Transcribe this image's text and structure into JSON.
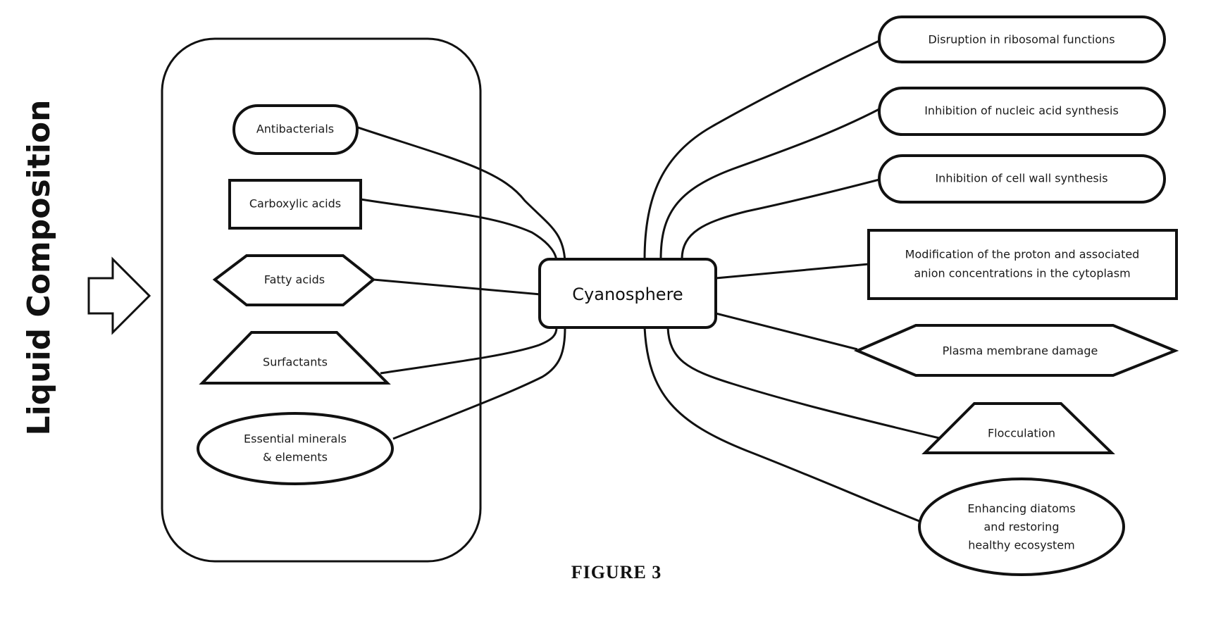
{
  "figure": {
    "side_title": "Liquid Composition",
    "center_node": "Cyanosphere",
    "caption": "FIGURE 3",
    "inputs": [
      {
        "lines": [
          "Antibacterials"
        ],
        "shape": "pill"
      },
      {
        "lines": [
          "Carboxylic acids"
        ],
        "shape": "rectangle"
      },
      {
        "lines": [
          "Fatty acids"
        ],
        "shape": "hexagon"
      },
      {
        "lines": [
          "Surfactants"
        ],
        "shape": "trapezoid"
      },
      {
        "lines": [
          "Essential minerals",
          "& elements"
        ],
        "shape": "ellipse"
      }
    ],
    "effects": [
      {
        "lines": [
          "Disruption in ribosomal functions"
        ],
        "shape": "pill"
      },
      {
        "lines": [
          "Inhibition of nucleic acid synthesis"
        ],
        "shape": "pill"
      },
      {
        "lines": [
          "Inhibition of cell wall synthesis"
        ],
        "shape": "pill"
      },
      {
        "lines": [
          "Modification of the proton and associated",
          "anion concentrations in the cytoplasm"
        ],
        "shape": "rectangle"
      },
      {
        "lines": [
          "Plasma membrane damage"
        ],
        "shape": "hexagon"
      },
      {
        "lines": [
          "Flocculation"
        ],
        "shape": "trapezoid"
      },
      {
        "lines": [
          "Enhancing diatoms",
          "and restoring",
          "healthy ecosystem"
        ],
        "shape": "ellipse"
      }
    ]
  }
}
